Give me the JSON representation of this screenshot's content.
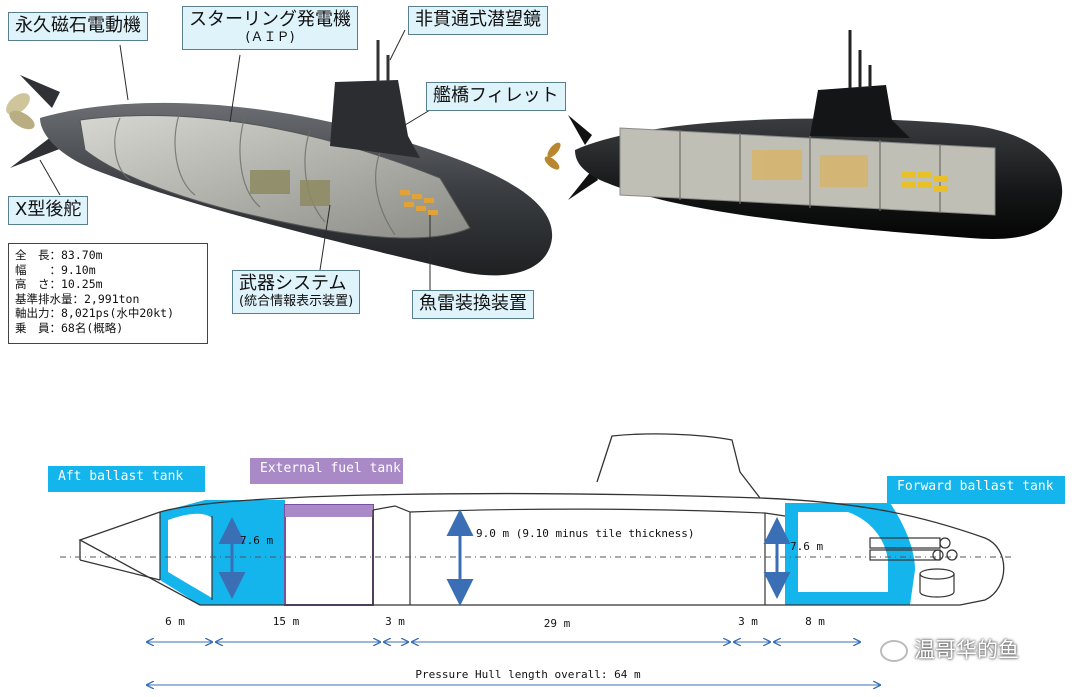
{
  "top_left": {
    "callouts": {
      "motor": "永久磁石電動機",
      "stirling": "スターリング発電機",
      "stirling_sub": "(ＡＩＰ)",
      "periscope": "非貫通式潜望鏡",
      "fillet": "艦橋フィレット",
      "rudder": "X型後舵",
      "weapons": "武器システム",
      "weapons_sub": "(統合情報表示装置)",
      "torpedo": "魚雷装換装置"
    },
    "specs": [
      "全　長：83.70m",
      "幅　　：9.10m",
      "高　さ：10.25m",
      "基準排水量：2,991ton",
      "軸出力：8,021ps(水中20kt)",
      "乗　員：68名(概略)"
    ]
  },
  "schematic": {
    "labels": {
      "aft_tank": "Aft ballast tank",
      "fuel_tank": "External fuel tank",
      "fwd_tank": "Forward ballast tank"
    },
    "dims": {
      "aft_height": "7.6 m",
      "mid_height": "9.0 m (9.10 minus tile thickness)",
      "fwd_height": "7.6 m"
    },
    "segments": [
      "6 m",
      "15 m",
      "3 m",
      "29 m",
      "3 m",
      "8 m"
    ],
    "overall": "Pressure Hull length overall: 64 m",
    "colors": {
      "ballast": "#14b4ec",
      "fuel": "#a98ac6",
      "fuel_border": "#7b4fa0",
      "arrow": "#3a6fb5"
    }
  },
  "watermark": "温哥华的鱼"
}
